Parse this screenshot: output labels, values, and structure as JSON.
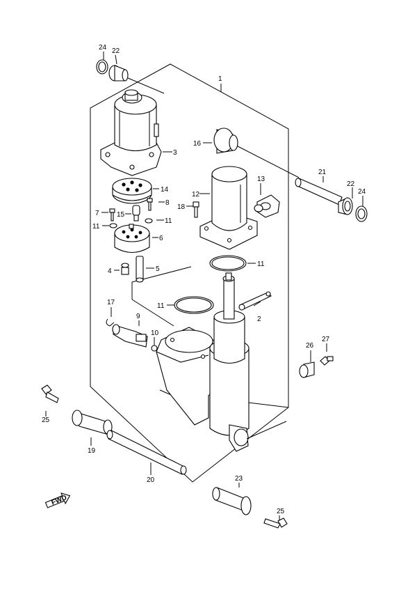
{
  "callouts": [
    {
      "id": "c1",
      "text": "1"
    },
    {
      "id": "c2",
      "text": "2"
    },
    {
      "id": "c3",
      "text": "3"
    },
    {
      "id": "c4",
      "text": "4"
    },
    {
      "id": "c5",
      "text": "5"
    },
    {
      "id": "c6",
      "text": "6"
    },
    {
      "id": "c7",
      "text": "7"
    },
    {
      "id": "c8",
      "text": "8"
    },
    {
      "id": "c9",
      "text": "9"
    },
    {
      "id": "c10",
      "text": "10"
    },
    {
      "id": "c11a",
      "text": "11"
    },
    {
      "id": "c11b",
      "text": "11"
    },
    {
      "id": "c11c",
      "text": "11"
    },
    {
      "id": "c11d",
      "text": "11"
    },
    {
      "id": "c12",
      "text": "12"
    },
    {
      "id": "c13",
      "text": "13"
    },
    {
      "id": "c14",
      "text": "14"
    },
    {
      "id": "c15",
      "text": "15"
    },
    {
      "id": "c16",
      "text": "16"
    },
    {
      "id": "c17",
      "text": "17"
    },
    {
      "id": "c18",
      "text": "18"
    },
    {
      "id": "c19",
      "text": "19"
    },
    {
      "id": "c20",
      "text": "20"
    },
    {
      "id": "c21",
      "text": "21"
    },
    {
      "id": "c22a",
      "text": "22"
    },
    {
      "id": "c22b",
      "text": "22"
    },
    {
      "id": "c23",
      "text": "23"
    },
    {
      "id": "c24a",
      "text": "24"
    },
    {
      "id": "c24b",
      "text": "24"
    },
    {
      "id": "c25a",
      "text": "25"
    },
    {
      "id": "c25b",
      "text": "25"
    },
    {
      "id": "c26",
      "text": "26"
    },
    {
      "id": "c27",
      "text": "27"
    }
  ],
  "fwd_label": "FWD"
}
